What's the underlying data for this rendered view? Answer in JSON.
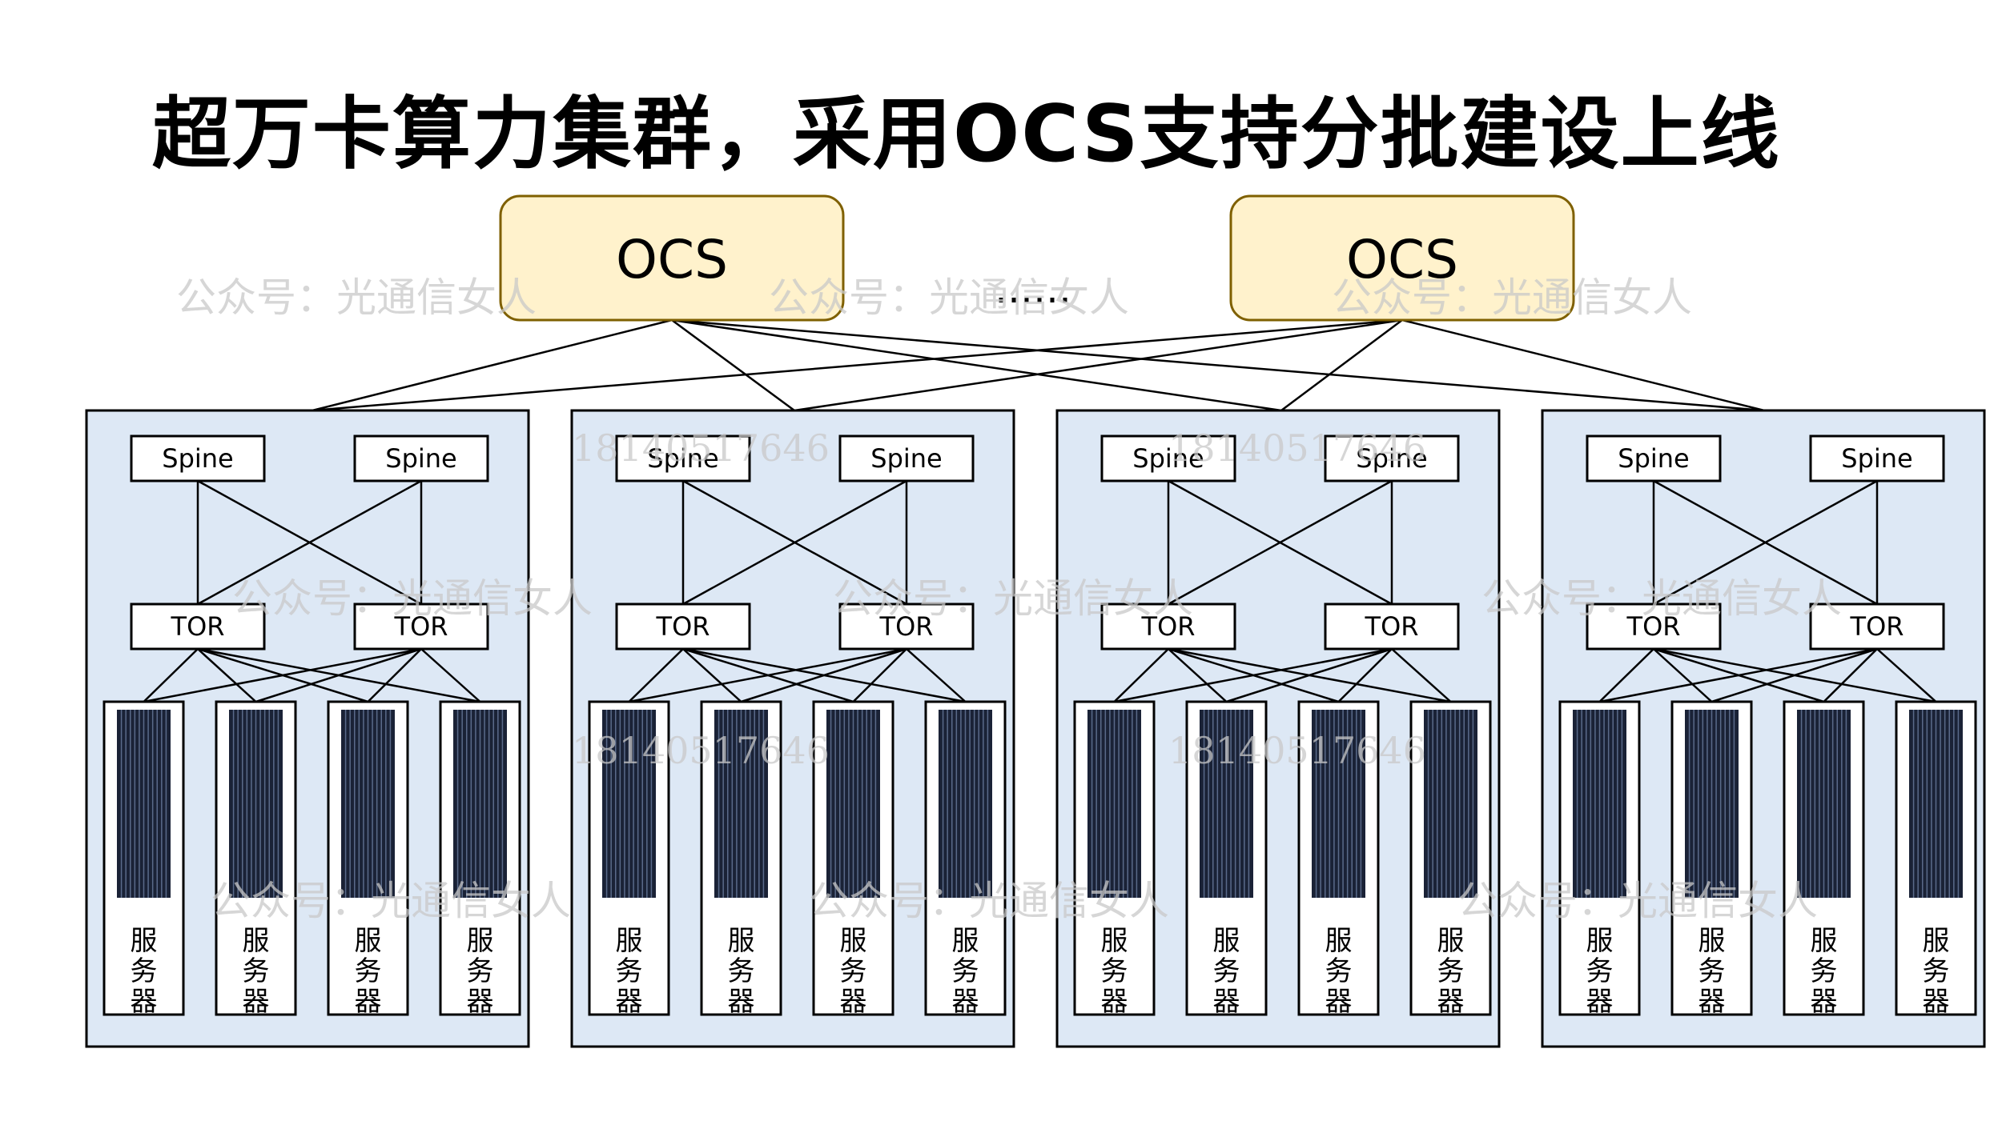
{
  "title": "超万卡算力集群，采用OCS支持分批建设上线",
  "ocs": {
    "label": "OCS",
    "count": 2,
    "fill": "#fff2cc",
    "stroke": "#7f6000"
  },
  "separator": "……",
  "pod": {
    "count": 4,
    "fill": "#dde8f5",
    "spine_label": "Spine",
    "tor_label": "TOR",
    "server_label_chars": [
      "服",
      "务",
      "器"
    ],
    "servers_per_pod": 4
  },
  "watermarks": {
    "account": "公众号：光通信女人",
    "phone": "18140517646"
  }
}
